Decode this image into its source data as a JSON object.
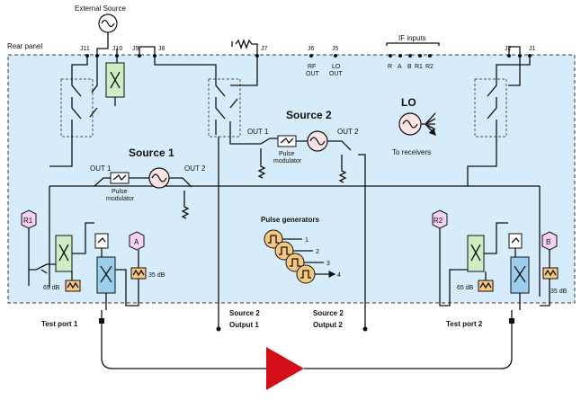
{
  "external_source": "External Source",
  "rear_panel": "Rear panel",
  "jacks": {
    "j11": "J11",
    "j10": "J10",
    "j9": "J9",
    "j8": "J8",
    "j7": "J7",
    "j6": "J6",
    "j5": "J5",
    "j2": "J2",
    "j1": "J1",
    "rf_out_1": "RF",
    "rf_out_2": "OUT",
    "lo_out_1": "LO",
    "lo_out_2": "OUT"
  },
  "if_inputs": {
    "title": "IF inputs",
    "channels": [
      "R",
      "A",
      "B",
      "R1",
      "R2"
    ]
  },
  "source1": {
    "title": "Source 1",
    "out1": "OUT 1",
    "out2": "OUT 2",
    "modulator_1": "Pulse",
    "modulator_2": "modulator"
  },
  "source2": {
    "title": "Source 2",
    "out1": "OUT 1",
    "out2": "OUT 2",
    "modulator_1": "Pulse",
    "modulator_2": "modulator"
  },
  "lo": {
    "title": "LO",
    "caption": "To receivers"
  },
  "pulse_generators": {
    "title": "Pulse generators",
    "numbers": [
      "1",
      "2",
      "3",
      "4"
    ]
  },
  "receivers": {
    "r1": "R1",
    "a": "A",
    "r2": "R2",
    "b": "B"
  },
  "attenuators": {
    "att_left": "65 dB",
    "att_left_a": "35 dB",
    "att_right": "65 dB",
    "att_right_b": "35 dB"
  },
  "bottom_labels": {
    "test_port_1": "Test port 1",
    "source2_output1_a": "Source 2",
    "source2_output1_b": "Output 1",
    "source2_output2_a": "Source 2",
    "source2_output2_b": "Output 2",
    "test_port_2": "Test port 2"
  },
  "colors": {
    "panel": "#d6ecfa",
    "coupler": "#cdeec4",
    "bridge": "#9ccfee",
    "receiver": "#f6d3f2",
    "amplifier": "#d20f19"
  }
}
